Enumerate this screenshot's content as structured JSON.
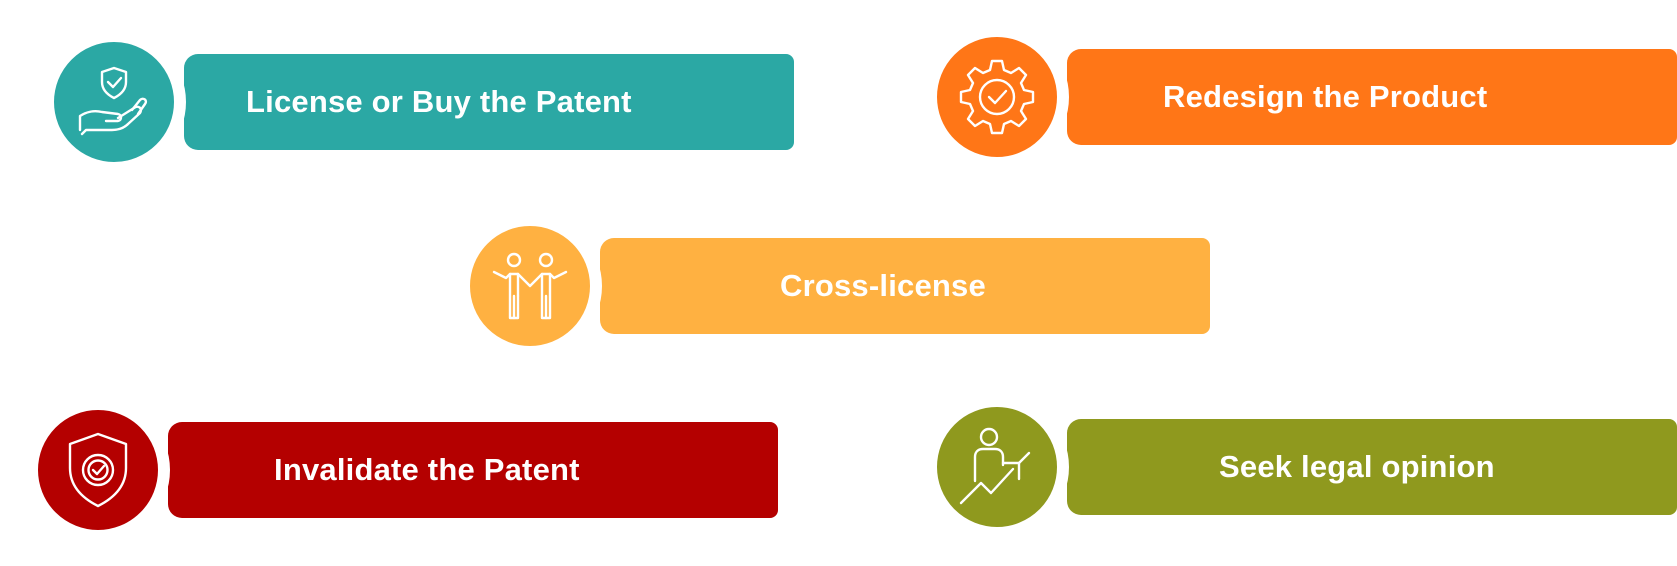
{
  "options": [
    {
      "label": "License or Buy the Patent",
      "color": "#2BA8A4",
      "icon": "hand-shield-icon"
    },
    {
      "label": "Redesign the Product",
      "color": "#FF7617",
      "icon": "gear-check-icon"
    },
    {
      "label": "Cross-license",
      "color": "#FFB141",
      "icon": "two-people-icon"
    },
    {
      "label": "Invalidate the Patent",
      "color": "#B40000",
      "icon": "shield-check-icon"
    },
    {
      "label": "Seek legal opinion",
      "color": "#8F991E",
      "icon": "person-growth-icon"
    }
  ]
}
